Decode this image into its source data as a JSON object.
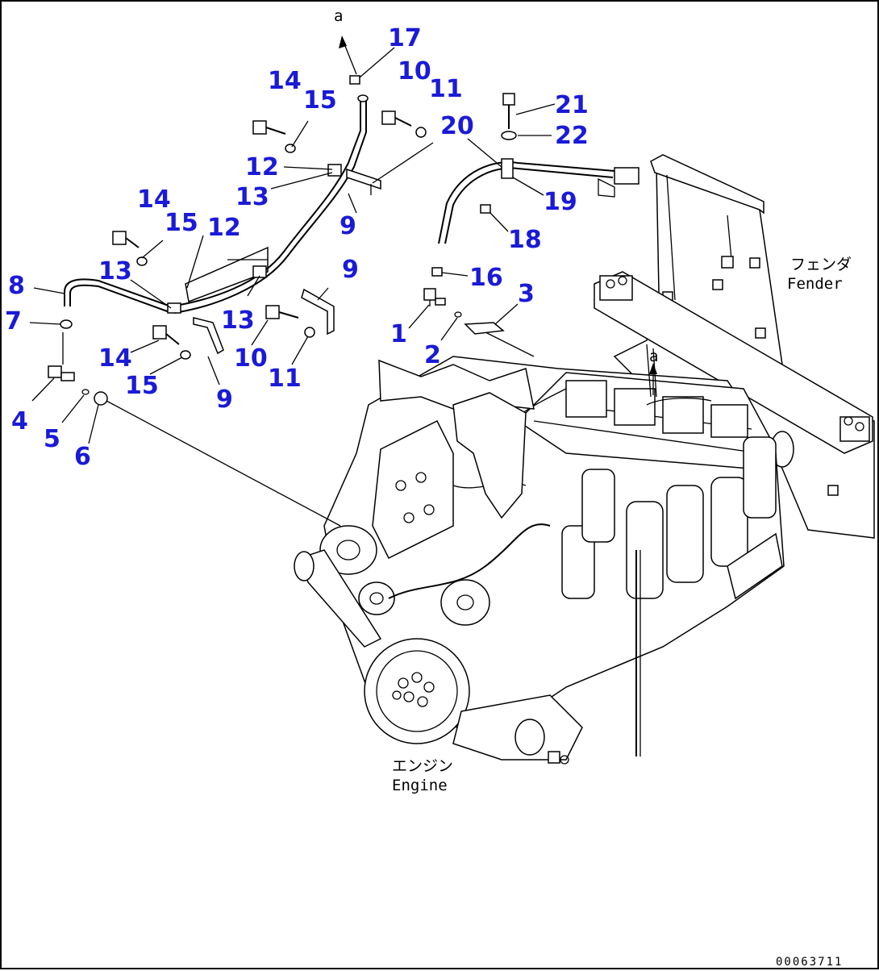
{
  "diagram": {
    "callouts": {
      "c1": "1",
      "c2": "2",
      "c3": "3",
      "c4": "4",
      "c5": "5",
      "c6": "6",
      "c7": "7",
      "c8": "8",
      "c9a": "9",
      "c9b": "9",
      "c9c": "9",
      "c10a": "10",
      "c10b": "10",
      "c11a": "11",
      "c11b": "11",
      "c12a": "12",
      "c12b": "12",
      "c13a": "13",
      "c13b": "13",
      "c13c": "13",
      "c14a": "14",
      "c14b": "14",
      "c14c": "14",
      "c15a": "15",
      "c15b": "15",
      "c15c": "15",
      "c16": "16",
      "c17": "17",
      "c18": "18",
      "c19": "19",
      "c20": "20",
      "c21": "21",
      "c22": "22"
    },
    "arrow_ref_top": "a",
    "arrow_ref_engine": "a",
    "fender_jp": "フェンダ",
    "fender_en": "Fender",
    "engine_jp": "エンジン",
    "engine_en": "Engine",
    "drawing_code": "00063711"
  },
  "colors": {
    "callout": "#1a1ad8",
    "line": "#000000",
    "background": "#ffffff"
  }
}
